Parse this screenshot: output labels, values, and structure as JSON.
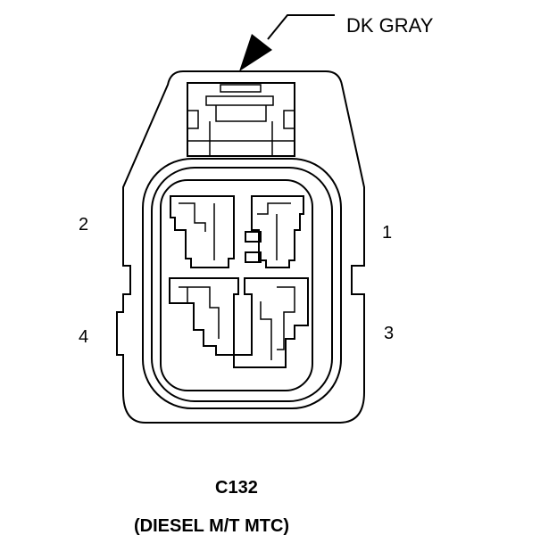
{
  "callout": {
    "color_label": "DK GRAY"
  },
  "pins": {
    "pin1": "1",
    "pin2": "2",
    "pin3": "3",
    "pin4": "4"
  },
  "connector": {
    "id": "C132",
    "description": "(DIESEL M/T MTC)"
  },
  "colors": {
    "line": "#000000",
    "background": "#ffffff"
  }
}
